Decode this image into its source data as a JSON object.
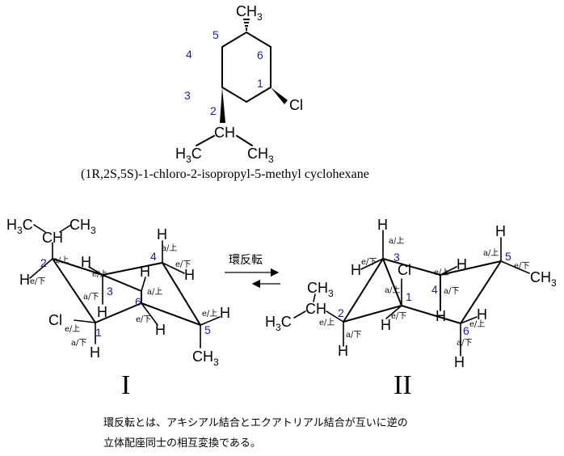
{
  "top": {
    "atoms": {
      "methyl_c": "CH",
      "methyl_sub": "3",
      "cl": "Cl",
      "ipr_ch": "CH",
      "h3c_h": "H",
      "h3c_sub": "3",
      "h3c_c": "C",
      "ch3_c": "CH",
      "ch3_sub": "3"
    },
    "numbers": [
      "1",
      "2",
      "3",
      "4",
      "5",
      "6"
    ],
    "compound_name": "(1R,2S,5S)-1-chloro-2-isopropyl-5-methyl cyclohexane"
  },
  "chairI": {
    "label": "I",
    "numbers": [
      "1",
      "2",
      "3",
      "4",
      "5",
      "6"
    ],
    "atoms": {
      "h3c_h": "H",
      "h3c_sub": "3",
      "h3c_c": "C",
      "ch3_c": "CH",
      "ch3_sub": "3",
      "ch": "CH",
      "h": "H",
      "cl": "Cl",
      "ch3b_c": "CH",
      "ch3b_sub": "3"
    },
    "labels": {
      "a_up": "a/上",
      "e_down": "e/下",
      "e_up": "e/上",
      "a_down": "a/下"
    }
  },
  "chairII": {
    "label": "II",
    "numbers": [
      "1",
      "2",
      "3",
      "4",
      "5",
      "6"
    ],
    "atoms": {
      "h": "H",
      "cl": "Cl",
      "ch3_c": "CH",
      "ch3_sub": "3",
      "ch": "CH",
      "h3c_h": "H",
      "h3c_sub": "3",
      "h3c_c": "C"
    },
    "labels": {
      "a_up": "a/上",
      "e_down": "e/下",
      "e_up": "e/上",
      "a_down": "a/下"
    }
  },
  "arrow": {
    "label": "環反転"
  },
  "footer": {
    "line1": "環反転とは、アキシアル結合とエクアトリアル結合が互いに逆の",
    "line2": "立体配座同士の相互変換である。"
  }
}
